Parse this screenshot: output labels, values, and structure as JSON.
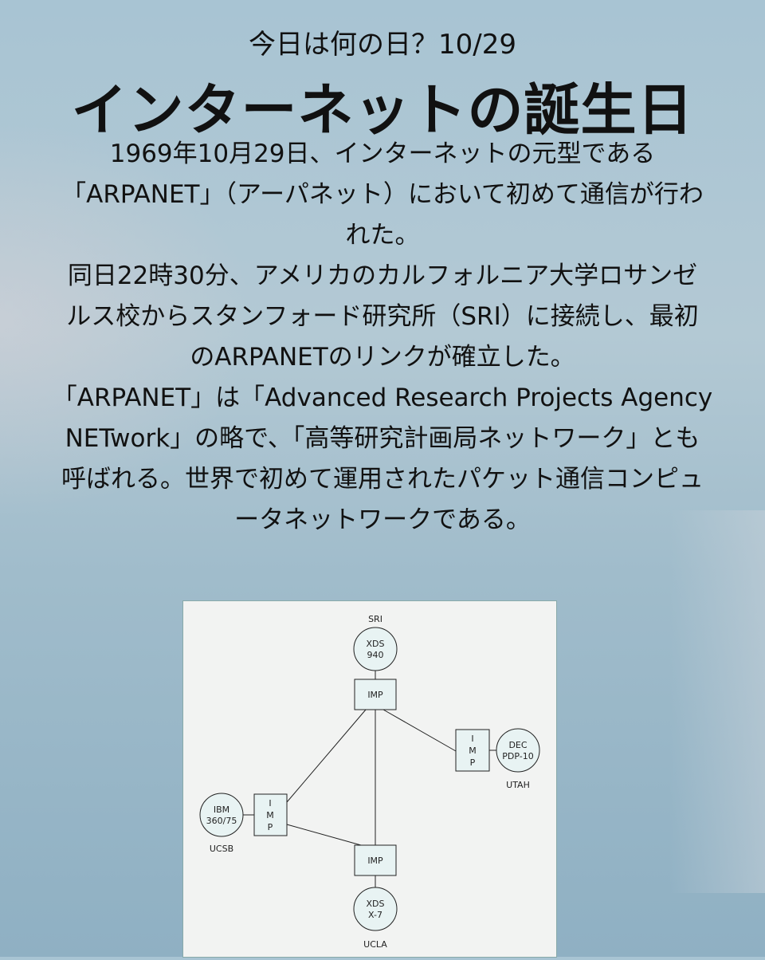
{
  "header": {
    "subtitle": "今日は何の日？10/29",
    "title": "インターネットの誕生日"
  },
  "body_lines": [
    "1969年10月29日、インターネットの元型である",
    "「ARPANET」（アーパネット）において初めて通信が行わ",
    "れた。",
    "同日22時30分、アメリカのカルフォルニア大学ロサンゼ",
    "ルス校からスタンフォード研究所（SRI）に接続し、最初",
    "のARPANETのリンクが確立した。",
    "「ARPANET」は「Advanced Research Projects Agency",
    "NETwork」の略で、「高等研究計画局ネットワーク」とも",
    "呼ばれる。世界で初めて運用されたパケット通信コンピュ",
    "ータネットワークである。"
  ],
  "diagram": {
    "sri": {
      "site": "SRI",
      "host_line1": "XDS",
      "host_line2": "940",
      "imp": "IMP"
    },
    "utah": {
      "site": "UTAH",
      "host_line1": "DEC",
      "host_line2": "PDP-10",
      "imp": [
        "I",
        "M",
        "P"
      ]
    },
    "ucsb": {
      "site": "UCSB",
      "host_line1": "IBM",
      "host_line2": "360/75",
      "imp": [
        "I",
        "M",
        "P"
      ]
    },
    "ucla": {
      "site": "UCLA",
      "host_line1": "XDS",
      "host_line2": "X-7",
      "imp": "IMP"
    }
  }
}
